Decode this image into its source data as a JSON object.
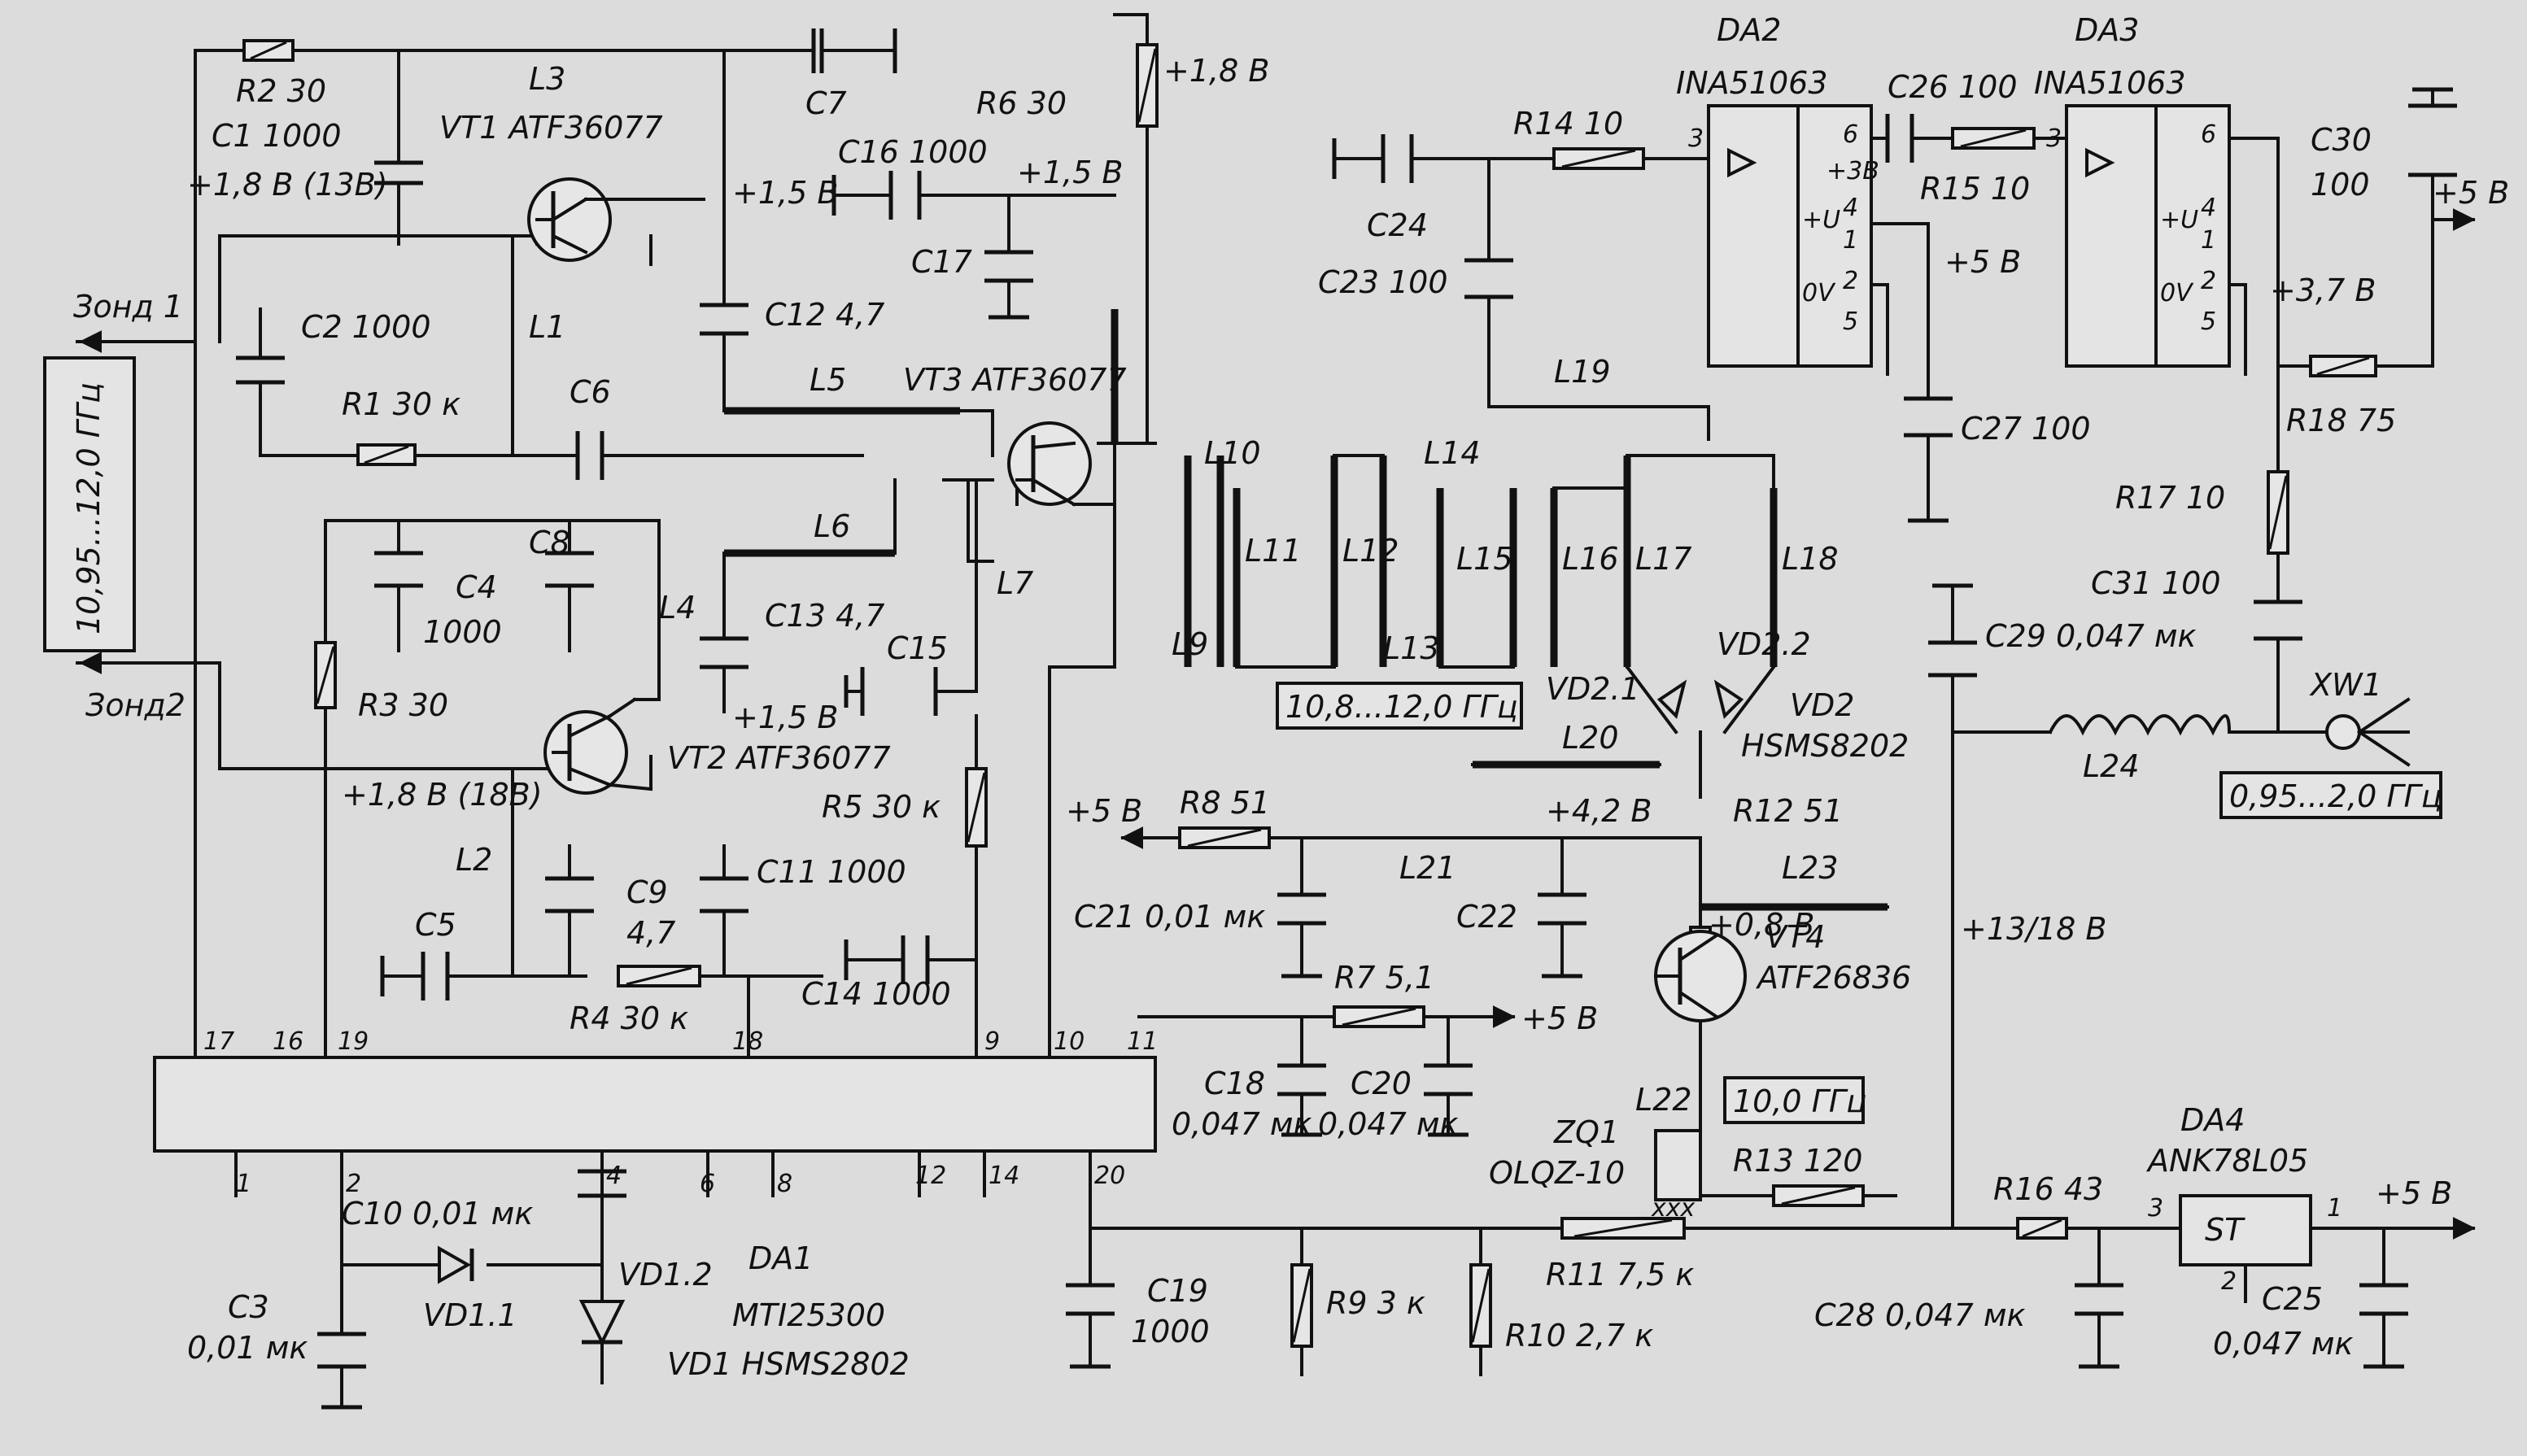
{
  "colors": {
    "background": "#dcdcdc",
    "ink": "#111111"
  },
  "probes": {
    "probe1": "Зонд 1",
    "probe2": "Зонд2"
  },
  "input_range": "10,95...12,0 ГГц",
  "filter_range": "10,8...12,0 ГГц",
  "lo_freq": "10,0 ГГц",
  "output_range": "0,95...2,0 ГГц",
  "resistors": {
    "R1": "R1 30 к",
    "R2": "R2 30",
    "R3": "R3 30",
    "R4": "R4 30 к",
    "R5": "R5 30 к",
    "R6": "R6 30",
    "R7": "R7 5,1",
    "R8": "R8 51",
    "R9": "R9 3 к",
    "R10": "R10 2,7 к",
    "R11": "R11 7,5 к",
    "R12": "R12 51",
    "R13": "R13 120",
    "R14": "R14 10",
    "R15": "R15 10",
    "R16": "R16 43",
    "R17": "R17 10",
    "R18": "R18 75"
  },
  "capacitors": {
    "C1": "C1 1000",
    "C2": "C2 1000",
    "C3": "C3",
    "C3v": "0,01 мк",
    "C4": "C4",
    "C4v": "1000",
    "C5": "C5",
    "C6": "C6",
    "C7": "C7",
    "C8": "C8",
    "C9": "C9",
    "C9v": "4,7",
    "C10": "C10 0,01 мк",
    "C11": "C11 1000",
    "C12": "C12 4,7",
    "C13": "C13 4,7",
    "C14": "C14 1000",
    "C15": "C15",
    "C16": "C16 1000",
    "C17": "C17",
    "C18": "C18",
    "C18v": "0,047 мк",
    "C19": "C19",
    "C19v": "1000",
    "C20": "C20",
    "C20v": "0,047 мк",
    "C21": "C21 0,01 мк",
    "C22": "C22",
    "C23": "C23 100",
    "C24": "C24",
    "C25": "C25",
    "C25v": "0,047 мк",
    "C26": "C26 100",
    "C27": "C27 100",
    "C28": "C28 0,047 мк",
    "C29": "C29 0,047 мк",
    "C30": "C30",
    "C30v": "100",
    "C31": "C31 100"
  },
  "inductors": {
    "L1": "L1",
    "L2": "L2",
    "L3": "L3",
    "L4": "L4",
    "L5": "L5",
    "L6": "L6",
    "L7": "L7",
    "L9": "L9",
    "L10": "L10",
    "L11": "L11",
    "L12": "L12",
    "L13": "L13",
    "L14": "L14",
    "L15": "L15",
    "L16": "L16",
    "L17": "L17",
    "L18": "L18",
    "L19": "L19",
    "L20": "L20",
    "L21": "L21",
    "L22": "L22",
    "L23": "L23",
    "L24": "L24"
  },
  "transistors": {
    "VT1": "VT1 ATF36077",
    "VT2": "VT2 ATF36077",
    "VT3": "VT3 ATF36077",
    "VT4": "VT4",
    "VT4t": "ATF26836"
  },
  "ics": {
    "DA1": "DA1",
    "DA1t": "MTI25300",
    "DA2": "DA2",
    "DA2t": "INA51063",
    "DA3": "DA3",
    "DA3t": "INA51063",
    "DA4": "DA4",
    "DA4t": "ANK78L05",
    "ST": "ST"
  },
  "diodes": {
    "VD1": "VD1 HSMS2802",
    "VD11": "VD1.1",
    "VD12": "VD1.2",
    "VD2": "VD2",
    "VD2t": "HSMS8202",
    "VD21": "VD2.1",
    "VD22": "VD2.2"
  },
  "resonator": {
    "ZQ1": "ZQ1",
    "ZQ1t": "OLQZ-10"
  },
  "connector": "XW1",
  "voltages": {
    "v18_13": "+1,8 В (13В)",
    "v15a": "+1,5 В",
    "v18a": "+1,8 В",
    "v15b": "+1,5 В",
    "v15c": "+1,5 В",
    "v18_18": "+1,8 В (18В)",
    "v5a": "+5 В",
    "v42": "+4,2 В",
    "v5b": "+5 В",
    "v08": "+0,8 В",
    "v5c": "+5 В",
    "v5d": "+5 В",
    "v37": "+3,7 В",
    "v1318": "+13/18 В",
    "v5e": "+5 В"
  },
  "pins": {
    "p17": "17",
    "p16": "16",
    "p19": "19",
    "p18": "18",
    "p9": "9",
    "p10": "10",
    "p11": "11",
    "p1": "1",
    "p2": "2",
    "p4": "4",
    "p6": "6",
    "p8": "8",
    "p12": "12",
    "p14": "14",
    "p20": "20",
    "da2_3": "3",
    "da2_6": "6",
    "da2_3v": "+3В",
    "da2_4": "4",
    "da2_1": "1",
    "da2_2": "2",
    "da2_5": "5",
    "da2_u": "+U",
    "da2_ov": "0V",
    "da3_3": "3",
    "da3_6": "6",
    "da3_4": "4",
    "da3_1": "1",
    "da3_2": "2",
    "da3_5": "5",
    "da3_u": "+U",
    "da3_ov": "0V",
    "da4_3": "3",
    "da4_1": "1",
    "da4_2": "2",
    "xxx": "xxx"
  }
}
